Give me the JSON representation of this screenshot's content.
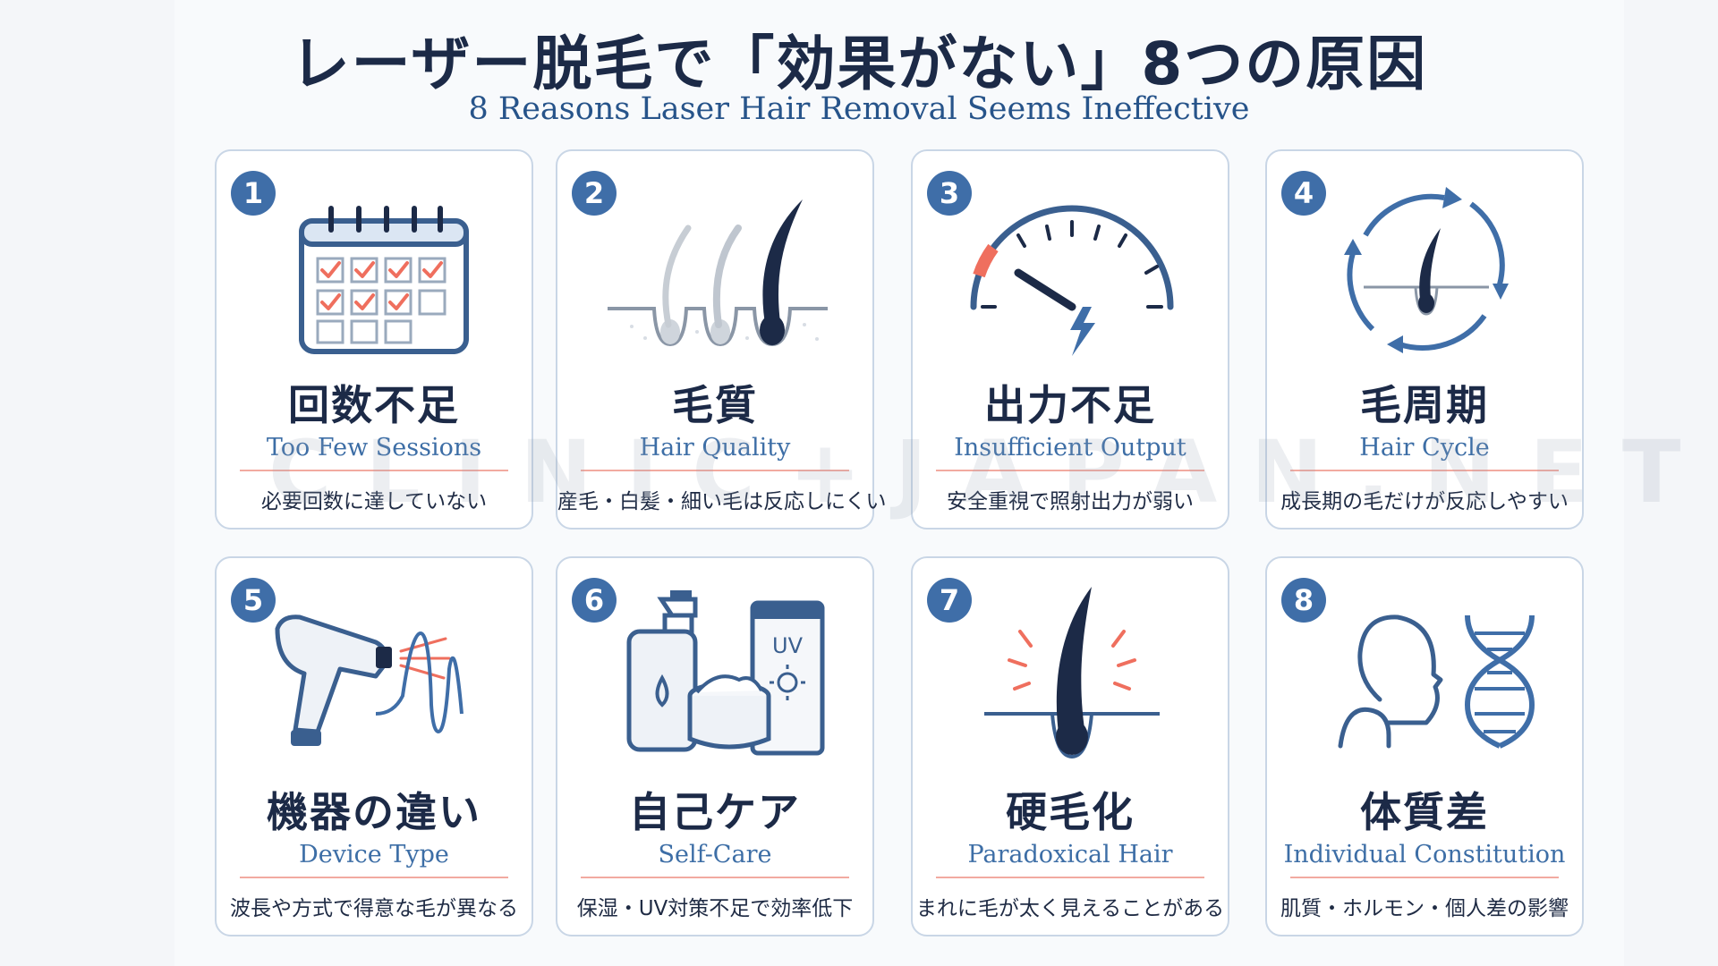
{
  "header": {
    "title": "レーザー脱毛で「効果がない」8つの原因",
    "subtitle": "8 Reasons Laser Hair Removal Seems Ineffective"
  },
  "watermark": "CLINIC+JAPAN.NET",
  "colors": {
    "navy": "#1c2a47",
    "accent_blue": "#3f6ea8",
    "accent_red": "#ef6f5e",
    "border": "#c9d6e6"
  },
  "cards": [
    {
      "number": "1",
      "title_jp": "回数不足",
      "title_en": "Too Few Sessions",
      "desc": "必要回数に達していない",
      "icon": "calendar-checklist-icon"
    },
    {
      "number": "2",
      "title_jp": "毛質",
      "title_en": "Hair Quality",
      "desc": "産毛・白髪・細い毛は反応しにくい",
      "icon": "hair-follicles-icon"
    },
    {
      "number": "3",
      "title_jp": "出力不足",
      "title_en": "Insufficient Output",
      "desc": "安全重視で照射出力が弱い",
      "icon": "power-gauge-icon"
    },
    {
      "number": "4",
      "title_jp": "毛周期",
      "title_en": "Hair Cycle",
      "desc": "成長期の毛だけが反応しやすい",
      "icon": "hair-cycle-icon"
    },
    {
      "number": "5",
      "title_jp": "機器の違い",
      "title_en": "Device Type",
      "desc": "波長や方式で得意な毛が異なる",
      "icon": "laser-device-icon"
    },
    {
      "number": "6",
      "title_jp": "自己ケア",
      "title_en": "Self-Care",
      "desc": "保湿・UV対策不足で効率低下",
      "icon": "skincare-products-icon",
      "uv_label": "UV"
    },
    {
      "number": "7",
      "title_jp": "硬毛化",
      "title_en": "Paradoxical Hair",
      "desc": "まれに毛が太く見えることがある",
      "icon": "thick-hair-icon"
    },
    {
      "number": "8",
      "title_jp": "体質差",
      "title_en": "Individual Constitution",
      "desc": "肌質・ホルモン・個人差の影響",
      "icon": "person-dna-icon"
    }
  ]
}
